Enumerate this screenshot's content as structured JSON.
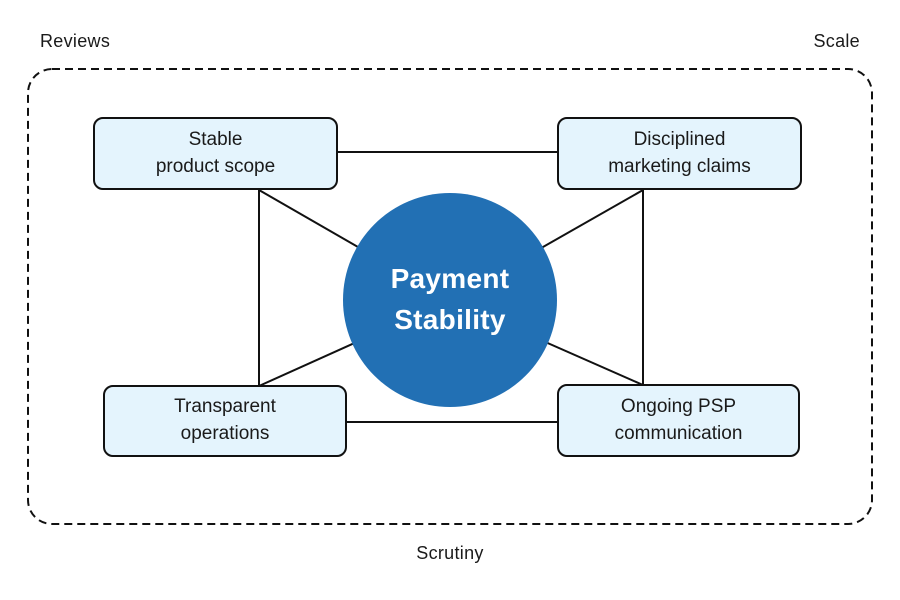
{
  "diagram": {
    "title": "Payment Stability",
    "frame_labels": {
      "top_left": "Reviews",
      "top_right": "Scale",
      "bottom_center": "Scrutiny"
    },
    "center_node": {
      "id": "payment-stability",
      "lines": [
        "Payment",
        "Stability"
      ]
    },
    "nodes": [
      {
        "id": "stable-product-scope",
        "lines": [
          "Stable",
          "product scope"
        ]
      },
      {
        "id": "disciplined-marketing-claims",
        "lines": [
          "Disciplined",
          "marketing claims"
        ]
      },
      {
        "id": "transparent-operations",
        "lines": [
          "Transparent",
          "operations"
        ]
      },
      {
        "id": "ongoing-psp-communication",
        "lines": [
          "Ongoing PSP",
          "communication"
        ]
      }
    ],
    "edges": [
      {
        "from": "stable-product-scope",
        "to": "disciplined-marketing-claims"
      },
      {
        "from": "transparent-operations",
        "to": "ongoing-psp-communication"
      },
      {
        "from": "stable-product-scope",
        "to": "transparent-operations"
      },
      {
        "from": "disciplined-marketing-claims",
        "to": "ongoing-psp-communication"
      },
      {
        "from": "stable-product-scope",
        "to": "payment-stability"
      },
      {
        "from": "disciplined-marketing-claims",
        "to": "payment-stability"
      },
      {
        "from": "transparent-operations",
        "to": "payment-stability"
      },
      {
        "from": "ongoing-psp-communication",
        "to": "payment-stability"
      }
    ],
    "colors": {
      "center_fill": "#2270b4",
      "center_text": "#ffffff",
      "node_fill": "#e4f4fd",
      "stroke": "#111111",
      "label_text": "#1a1a1a"
    }
  }
}
